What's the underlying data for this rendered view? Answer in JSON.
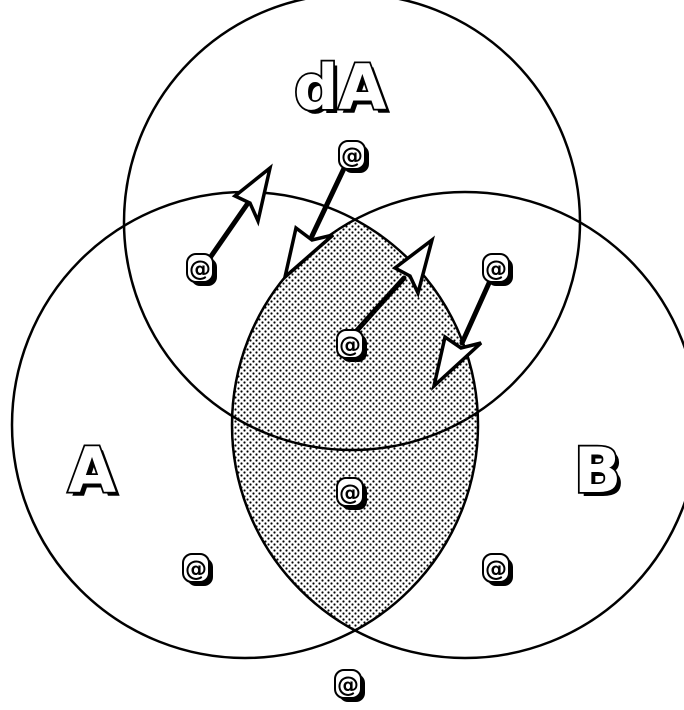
{
  "labels": {
    "top_circle": "dA",
    "left_circle": "A",
    "right_circle": "B"
  },
  "element_symbol": "@",
  "colors": {
    "stroke": "#000000",
    "background": "#ffffff",
    "stipple": "#000000"
  }
}
